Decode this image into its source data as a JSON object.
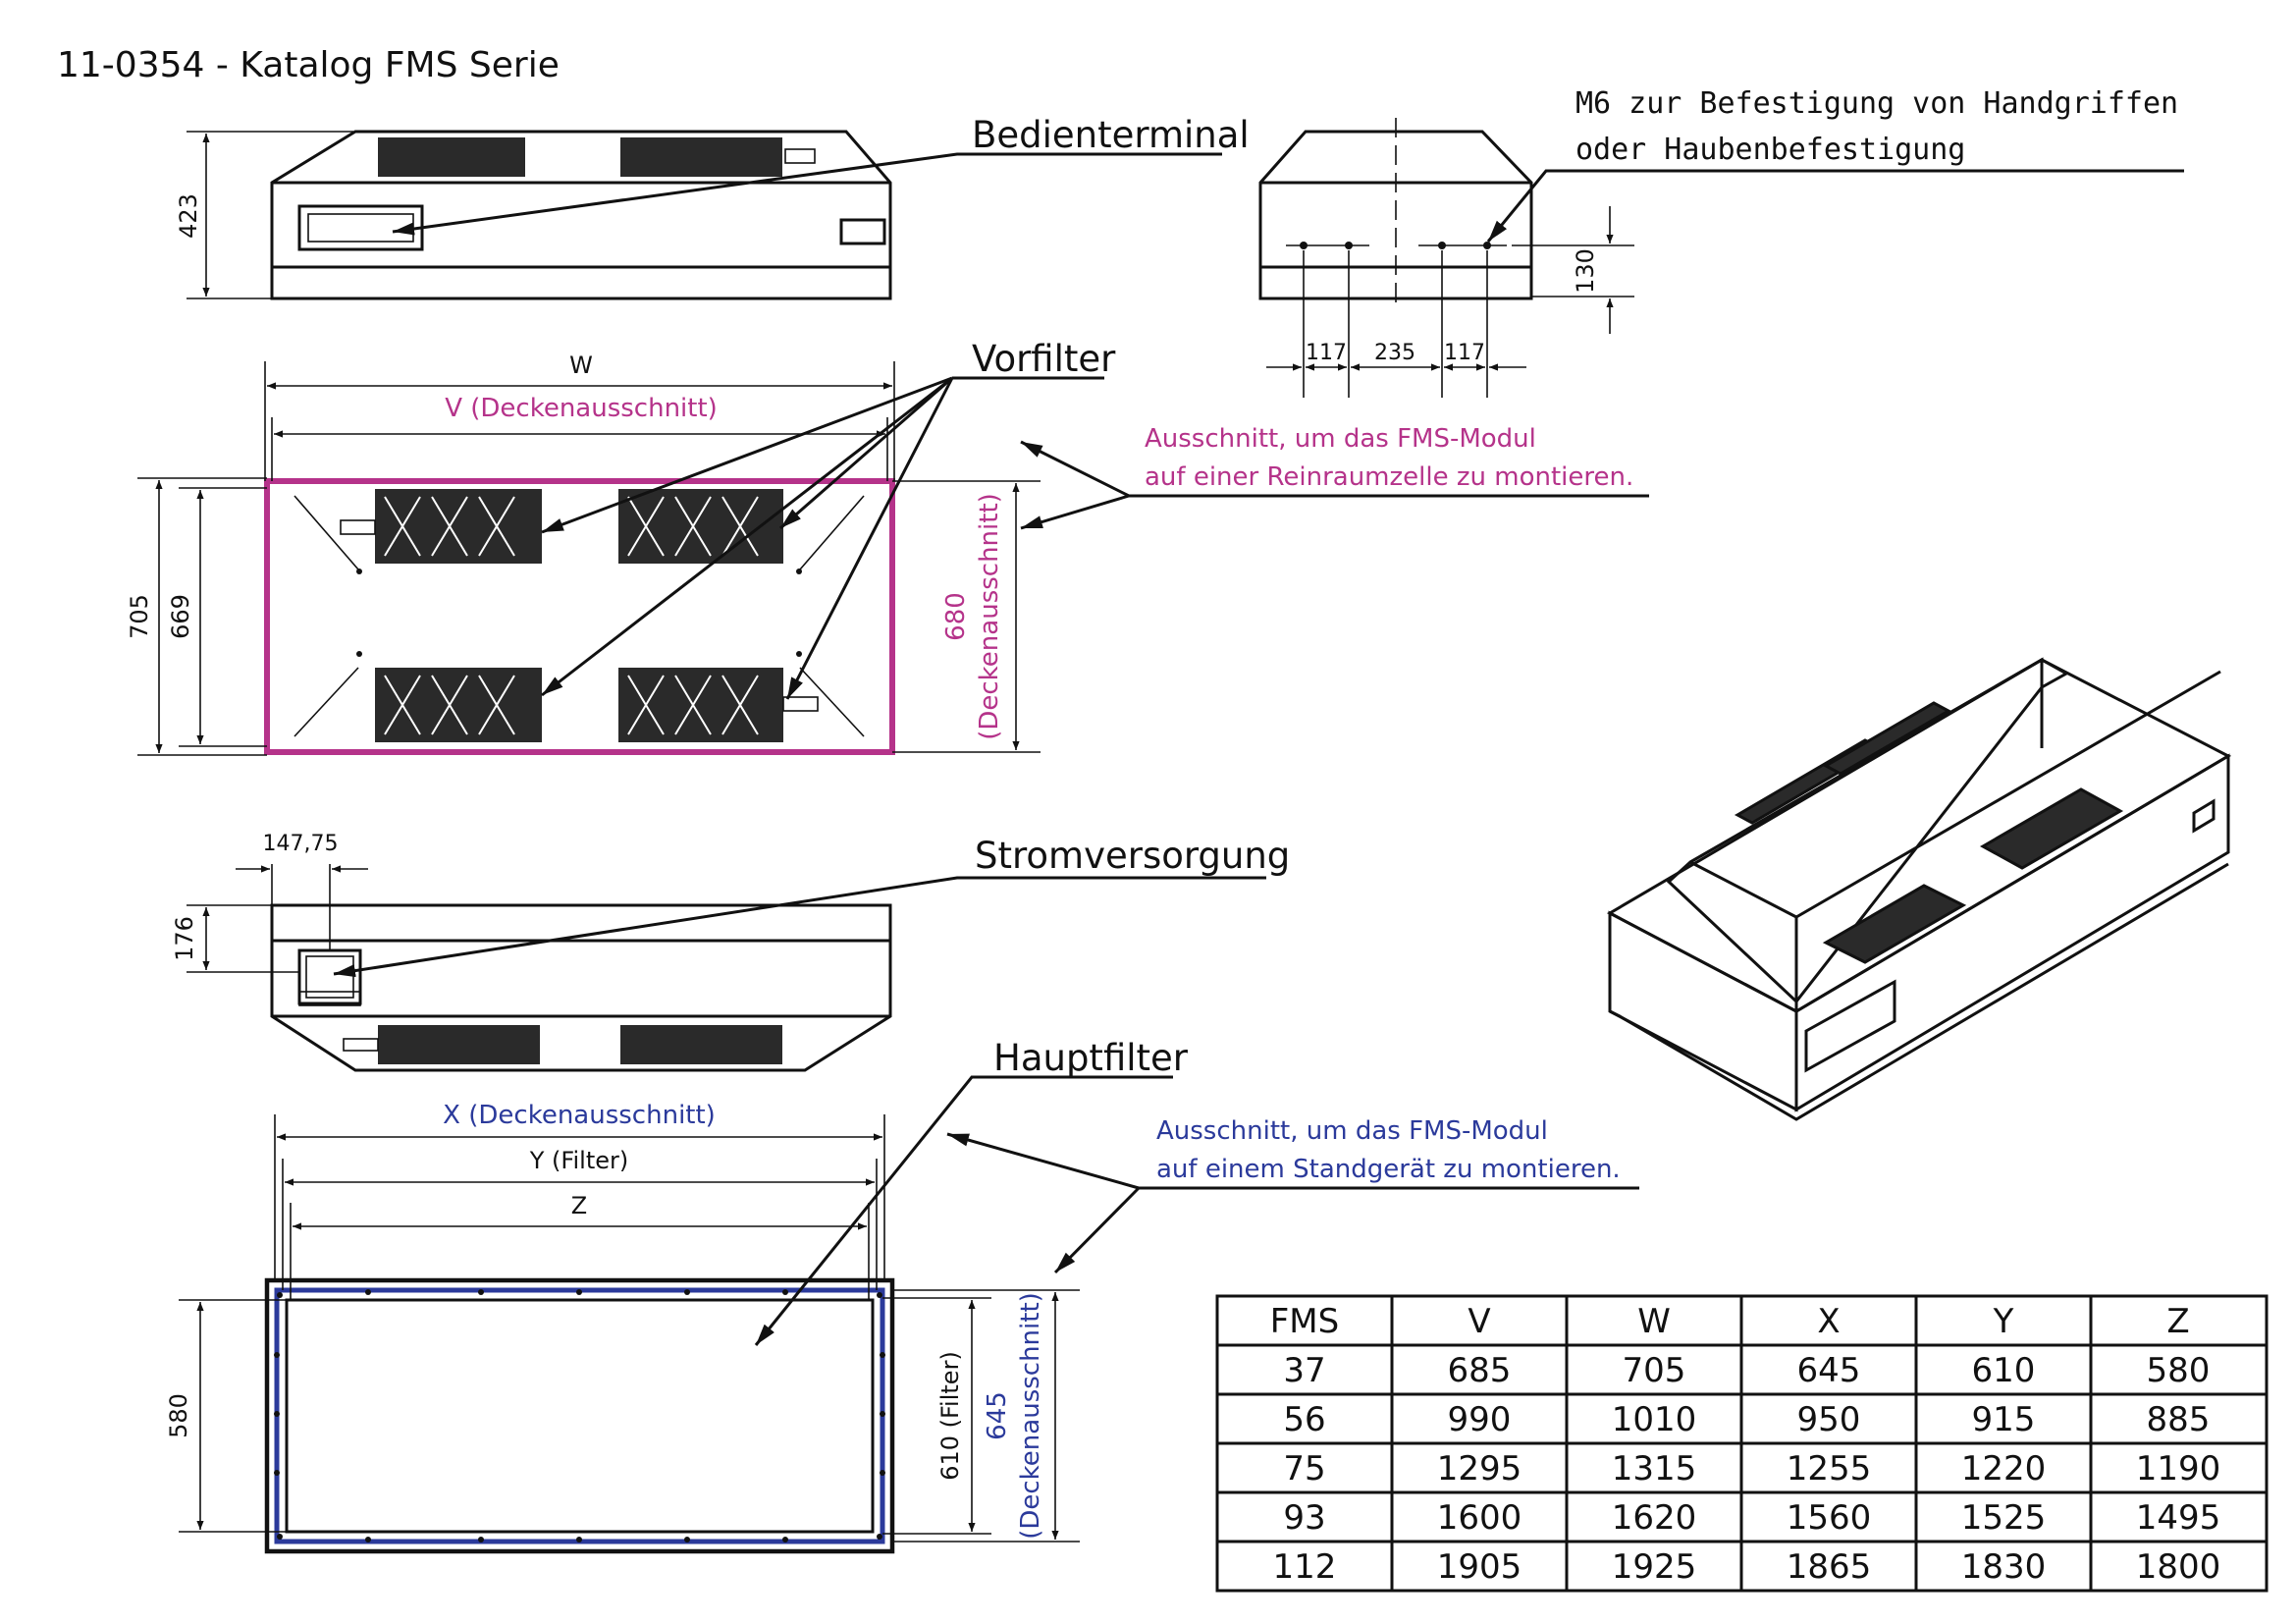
{
  "title": "11-0354 - Katalog FMS Serie",
  "colors": {
    "magenta": "#b5338a",
    "blue": "#2b3a9b",
    "ink": "#111111"
  },
  "callouts": {
    "bedienterminal": "Bedienterminal",
    "vorfilter": "Vorfilter",
    "stromversorgung": "Stromversorgung",
    "hauptfilter": "Hauptfilter",
    "m6_line1": "M6 zur Befestigung von Handgriffen",
    "m6_line2": "oder Haubenbefestigung"
  },
  "notes": {
    "reinraum_line1": "Ausschnitt, um das FMS-Modul",
    "reinraum_line2": "auf einer Reinraumzelle zu montieren.",
    "standgeraet_line1": "Ausschnitt, um das FMS-Modul",
    "standgeraet_line2": "auf einem Standgerät zu montieren."
  },
  "dimensions": {
    "d423": "423",
    "d130": "130",
    "d117a": "117",
    "d235": "235",
    "d117b": "117",
    "w": "W",
    "v": "V (Deckenausschnitt)",
    "d705": "705",
    "d669": "669",
    "d680_a": "680",
    "d680_b": "(Deckenausschnitt)",
    "d147": "147,75",
    "d176": "176",
    "x": "X (Deckenausschnitt)",
    "y": "Y (Filter)",
    "z": "Z",
    "d580": "580",
    "d610": "610 (Filter)",
    "d645_a": "645",
    "d645_b": "(Deckenausschnitt)"
  },
  "table": {
    "headers": [
      "FMS",
      "V",
      "W",
      "X",
      "Y",
      "Z"
    ],
    "rows": [
      [
        "37",
        "685",
        "705",
        "645",
        "610",
        "580"
      ],
      [
        "56",
        "990",
        "1010",
        "950",
        "915",
        "885"
      ],
      [
        "75",
        "1295",
        "1315",
        "1255",
        "1220",
        "1190"
      ],
      [
        "93",
        "1600",
        "1620",
        "1560",
        "1525",
        "1495"
      ],
      [
        "112",
        "1905",
        "1925",
        "1865",
        "1830",
        "1800"
      ]
    ]
  }
}
